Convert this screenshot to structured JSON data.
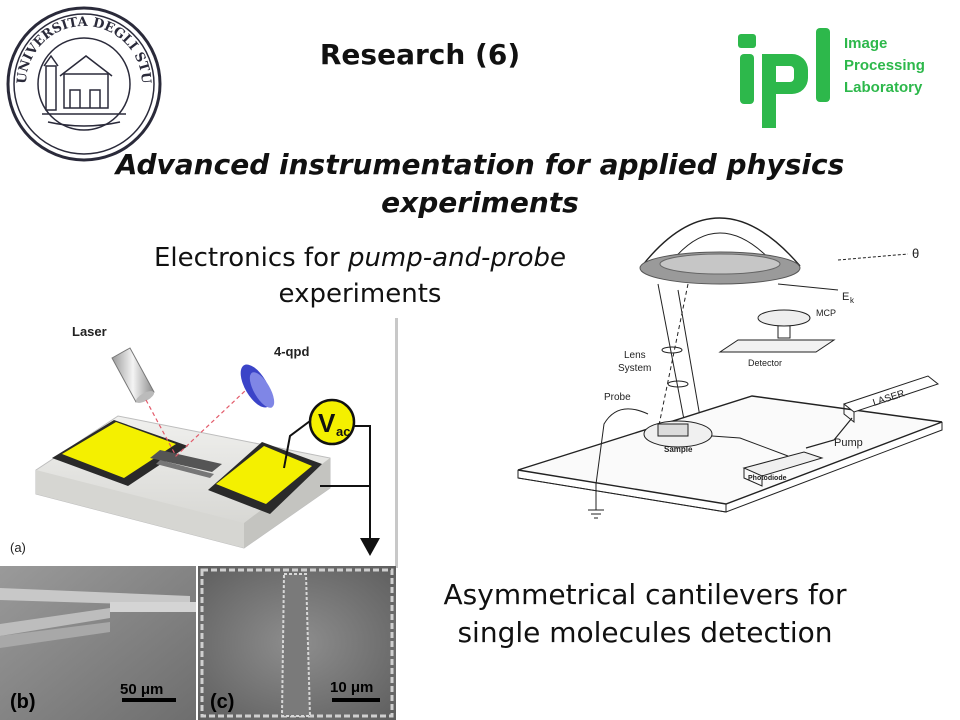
{
  "header": {
    "title": "Research (6)",
    "subtitle": "Advanced instrumentation for applied physics experiments",
    "logo_text": [
      "Image",
      "Processing",
      "Laboratory"
    ],
    "seal_text": "UNIVERSITA DEGLI STUDI DI TRIESTE"
  },
  "captions": {
    "electronics_pre": "Electronics for ",
    "electronics_italic": "pump-and-probe",
    "electronics_post": "experiments",
    "asymmetrical": "Asymmetrical cantilevers for single molecules detection"
  },
  "afm_figure": {
    "laser": "Laser",
    "qpd": "4-qpd",
    "vac": "V",
    "vac_sub": "ac",
    "panel_a": "(a)"
  },
  "sem_figure": {
    "panel_b": "(b)",
    "scale_b": "50 μm",
    "panel_c": "(c)",
    "scale_c": "10 μm"
  },
  "pump_probe": {
    "theta": "θ",
    "ek": "E",
    "ek_sub": "k",
    "mcp": "MCP",
    "detector": "Detector",
    "lens": "Lens",
    "system": "System",
    "probe": "Probe",
    "sample": "Sample",
    "laser": "LASER",
    "pump": "Pump",
    "photodiode": "Photodiode"
  },
  "colors": {
    "ipl_green": "#2db84b",
    "pad_yellow": "#f4f000",
    "vac_yellow": "#f4f000",
    "mirror_blue": "#3b44c8"
  }
}
